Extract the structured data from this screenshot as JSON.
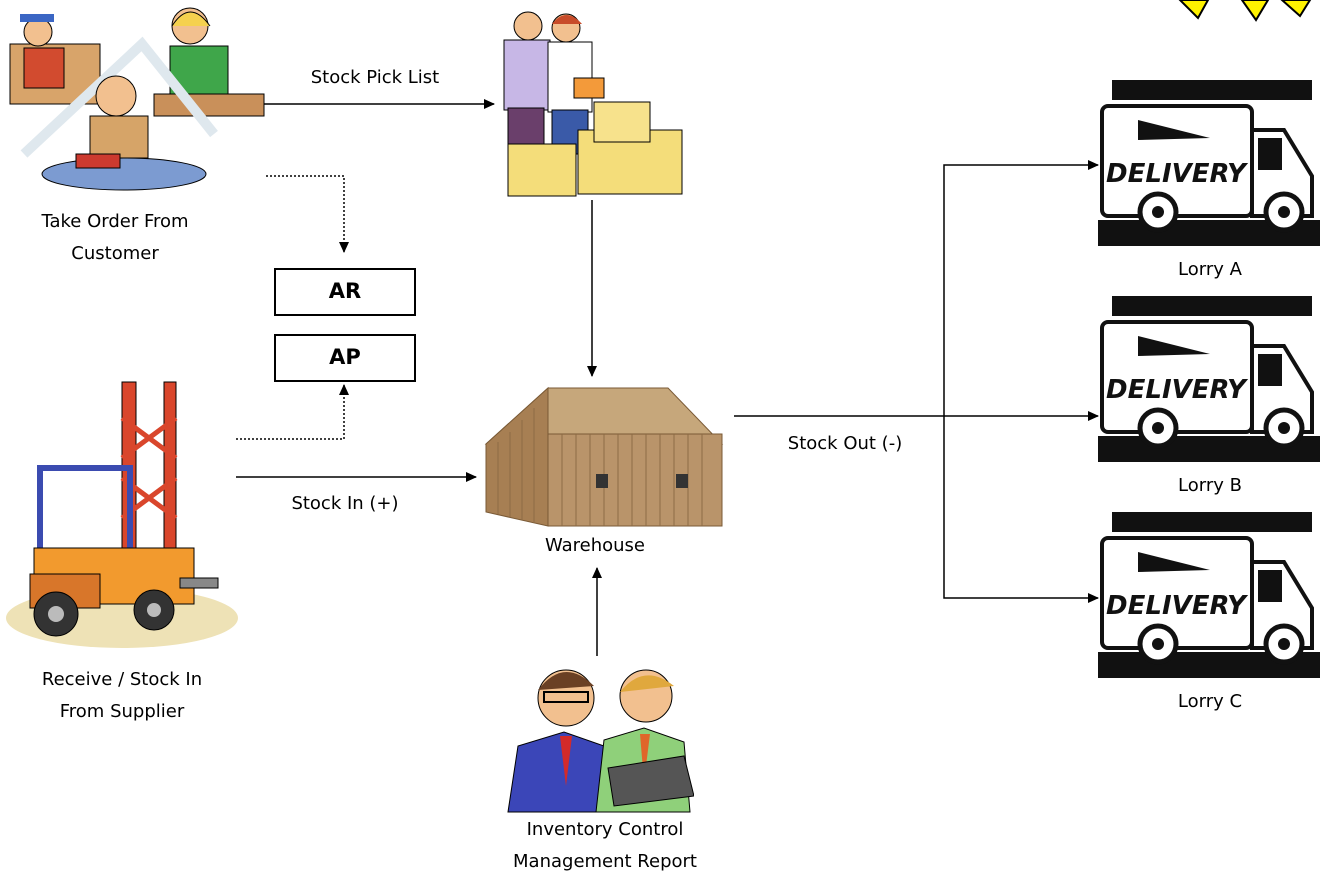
{
  "labels": {
    "take_order": [
      "Take Order From",
      "Customer"
    ],
    "stock_pick_list": "Stock Pick List",
    "ar": "AR",
    "ap": "AP",
    "receive": [
      "Receive / Stock In",
      "From Supplier"
    ],
    "stock_in": "Stock In (+)",
    "warehouse": "Warehouse",
    "stock_out": "Stock Out (-)",
    "inventory": [
      "Inventory Control",
      "Management Report"
    ],
    "lorry_a": "Lorry A",
    "lorry_b": "Lorry B",
    "lorry_c": "Lorry C",
    "delivery": "DELIVERY"
  },
  "colors": {
    "line": "#000000",
    "box_fill": "#f7e27a",
    "warehouse": "#b9946a",
    "forklift_orange": "#f29a2e",
    "forklift_mast": "#d9462c",
    "lorry_body": "#ffffff"
  }
}
